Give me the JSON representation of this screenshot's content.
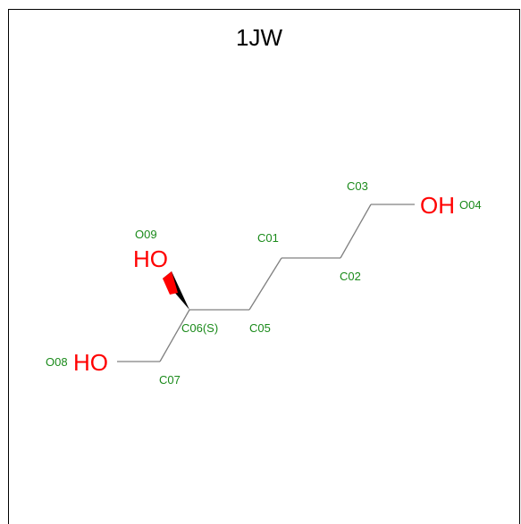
{
  "title": "1JW",
  "atoms": {
    "C01": "C01",
    "C02": "C02",
    "C03": "C03",
    "C05": "C05",
    "C06": "C06(S)",
    "C07": "C07",
    "O04": "O04",
    "O08": "O08",
    "O09": "O09"
  },
  "groups": {
    "OH_right": "OH",
    "HO_top": "HO",
    "HO_left": "HO"
  },
  "colors": {
    "frame": "#000000",
    "bond": "#808080",
    "oxygen": "#ff0000",
    "atom_label": "#1a8a1a"
  }
}
